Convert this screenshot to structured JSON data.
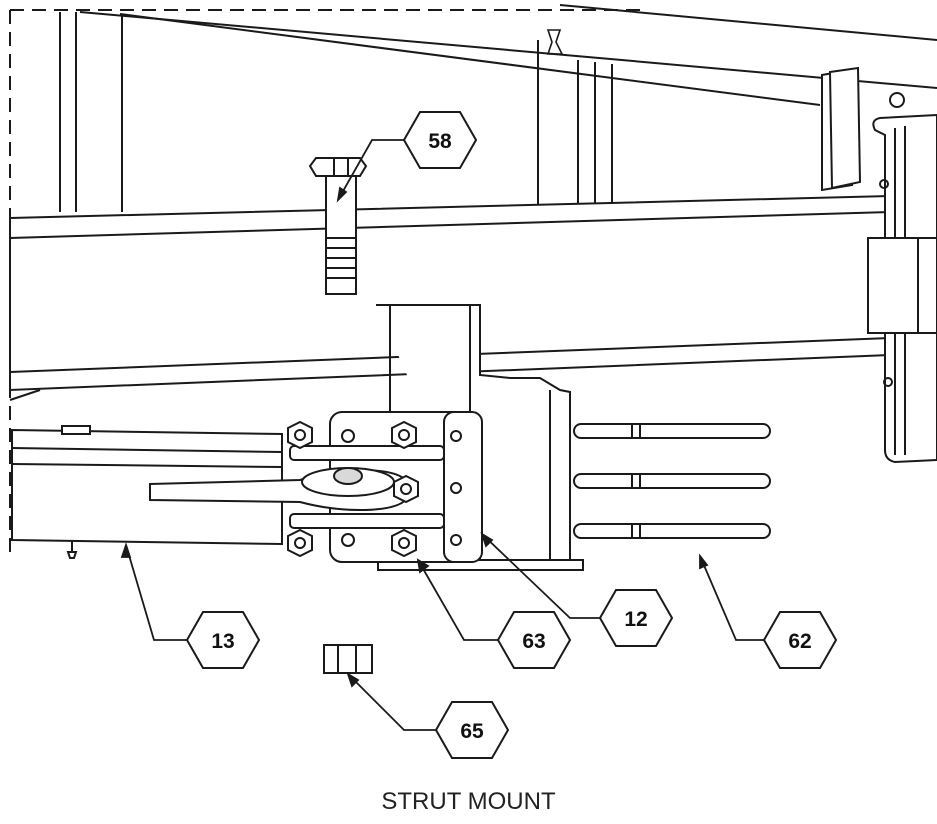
{
  "caption": "STRUT MOUNT",
  "callouts": [
    "58",
    "13",
    "63",
    "12",
    "62",
    "65"
  ],
  "colors": {
    "line": "#1a1a1a",
    "fill": "#ffffff",
    "shade": "#d9d9d9"
  }
}
